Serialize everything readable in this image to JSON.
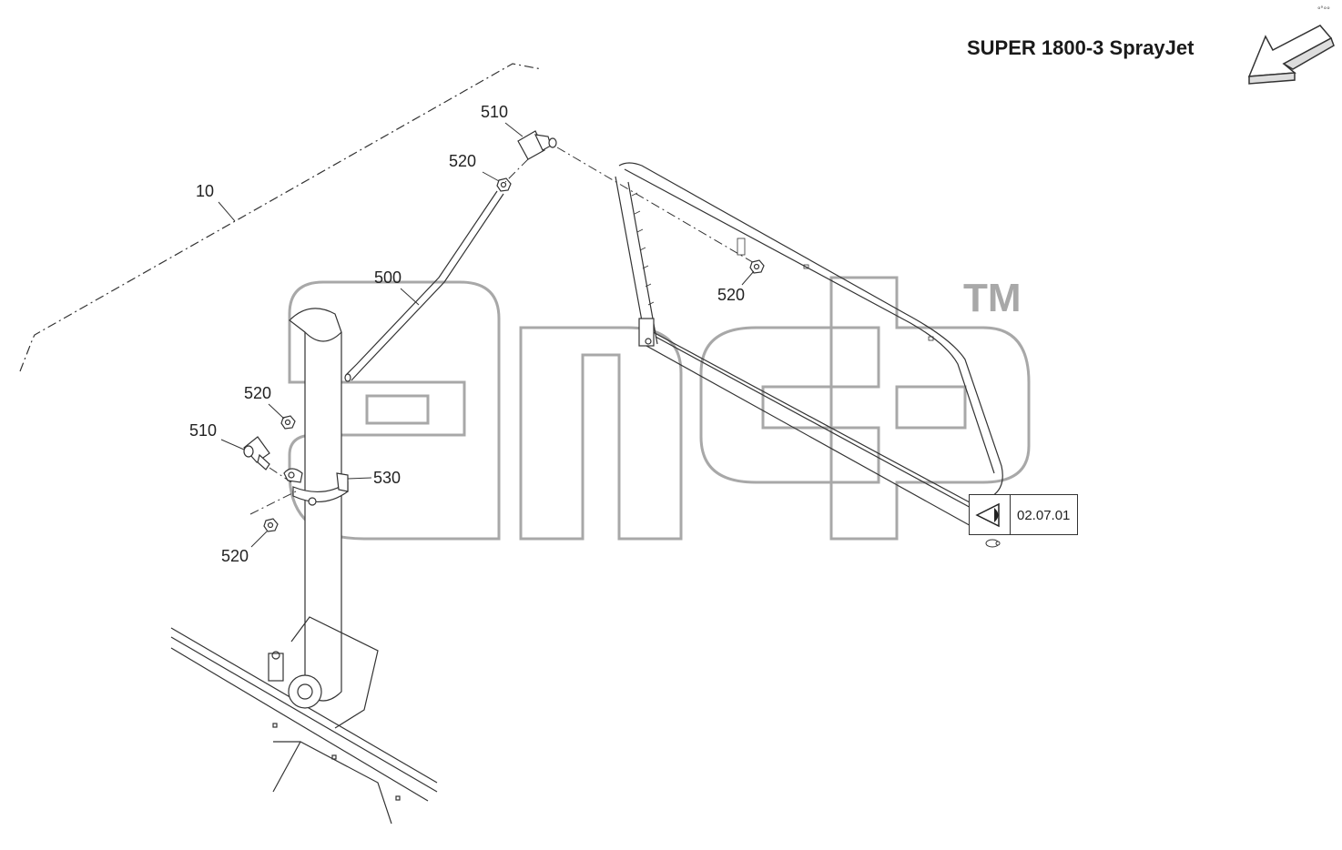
{
  "header": {
    "title": "SUPER 1800-3 SprayJet",
    "corner_mark": "°˚°°"
  },
  "callouts": {
    "c10": "10",
    "c510_top": "510",
    "c520_top": "520",
    "c500": "500",
    "c520_right": "520",
    "c520_mid": "520",
    "c510_mid": "510",
    "c530": "530",
    "c520_bottom": "520"
  },
  "reference": {
    "label": "02.07.01"
  },
  "watermark": {
    "trademark": "TM"
  },
  "colors": {
    "line": "#333333",
    "watermark": "#a8a8a8"
  }
}
